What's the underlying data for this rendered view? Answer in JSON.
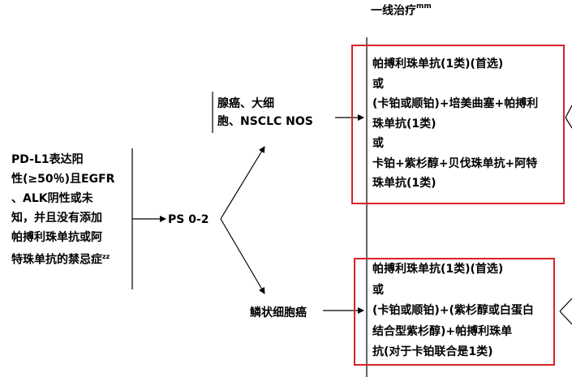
{
  "header": {
    "title": "一线治疗",
    "title_sup": "mm"
  },
  "condition": {
    "lines": [
      "PD-L1表达阳",
      "性(≥50％)且EGFR",
      "、ALK阴性或未",
      "知，并且没有添加",
      "帕搏利珠单抗或阿",
      "特珠单抗的禁忌症"
    ],
    "sup": "zz"
  },
  "performance_status": "PS 0-2",
  "branch_a": {
    "lines": [
      "腺癌、大细",
      "胞、NSCLC NOS"
    ]
  },
  "branch_b": {
    "label": "鳞状细胞癌"
  },
  "regimen_a": {
    "lines": [
      "帕搏利珠单抗(1类)(首选)",
      "或",
      "(卡铂或顺铂)+培美曲塞+帕搏利",
      "珠单抗(1类)",
      "或",
      "卡铂+紫杉醇+贝伐珠单抗+阿特",
      "珠单抗(1类)"
    ]
  },
  "regimen_b": {
    "lines": [
      "帕搏利珠单抗(1类)(首选)",
      "或",
      "(卡铂或顺铂)+(紫杉醇或白蛋白",
      "结合型紫杉醇)+帕搏利珠单",
      "抗(对于卡铂联合是1类)"
    ]
  },
  "colors": {
    "highlight_border": "#d92229",
    "text": "#000000",
    "background": "#ffffff"
  }
}
